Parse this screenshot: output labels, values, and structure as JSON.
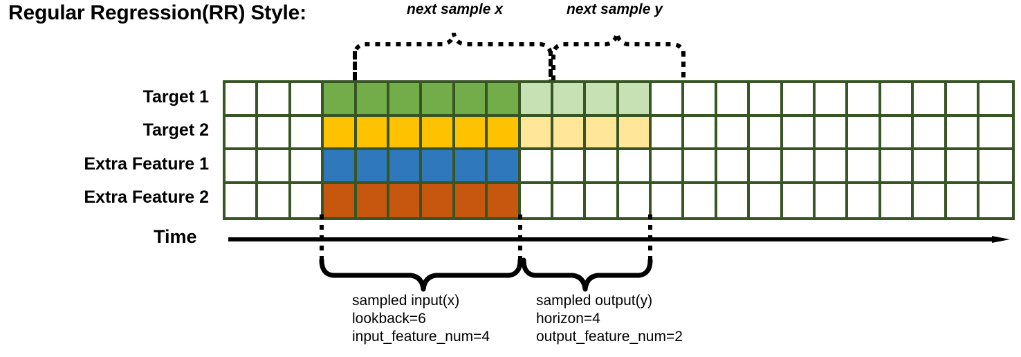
{
  "title": "Regular Regression(RR) Style:",
  "row_labels": [
    "Target 1",
    "Target 2",
    "Extra Feature 1",
    "Extra Feature 2"
  ],
  "time_axis_label": "Time",
  "top_braces": [
    {
      "label": "next sample x"
    },
    {
      "label": "next sample y"
    }
  ],
  "bottom_braces": [
    {
      "line1": "sampled input(x)",
      "line2": "lookback=6",
      "line3": "input_feature_num=4"
    },
    {
      "line1": "sampled output(y)",
      "line2": "horizon=4",
      "line3": "output_feature_num=2"
    }
  ],
  "colors": {
    "border": "#375623",
    "target1": "#72ad4a",
    "target1_light": "#c7e0b4",
    "target2": "#ffc200",
    "target2_light": "#ffe699",
    "extra1": "#2f78bb",
    "extra2": "#c7560f",
    "empty": "#ffffff",
    "axis": "#000000"
  },
  "grid": {
    "columns": 24,
    "rows": 4,
    "input_start_col": 3,
    "input_end_col": 9,
    "output_start_col": 9,
    "output_end_col": 13,
    "cells": [
      [
        "empty",
        "empty",
        "empty",
        "target1",
        "target1",
        "target1",
        "target1",
        "target1",
        "target1",
        "target1_light",
        "target1_light",
        "target1_light",
        "target1_light",
        "empty",
        "empty",
        "empty",
        "empty",
        "empty",
        "empty",
        "empty",
        "empty",
        "empty",
        "empty",
        "empty"
      ],
      [
        "empty",
        "empty",
        "empty",
        "target2",
        "target2",
        "target2",
        "target2",
        "target2",
        "target2",
        "target2_light",
        "target2_light",
        "target2_light",
        "target2_light",
        "empty",
        "empty",
        "empty",
        "empty",
        "empty",
        "empty",
        "empty",
        "empty",
        "empty",
        "empty",
        "empty"
      ],
      [
        "empty",
        "empty",
        "empty",
        "extra1",
        "extra1",
        "extra1",
        "extra1",
        "extra1",
        "extra1",
        "empty",
        "empty",
        "empty",
        "empty",
        "empty",
        "empty",
        "empty",
        "empty",
        "empty",
        "empty",
        "empty",
        "empty",
        "empty",
        "empty",
        "empty"
      ],
      [
        "empty",
        "empty",
        "empty",
        "extra2",
        "extra2",
        "extra2",
        "extra2",
        "extra2",
        "extra2",
        "empty",
        "empty",
        "empty",
        "empty",
        "empty",
        "empty",
        "empty",
        "empty",
        "empty",
        "empty",
        "empty",
        "empty",
        "empty",
        "empty",
        "empty"
      ]
    ]
  }
}
